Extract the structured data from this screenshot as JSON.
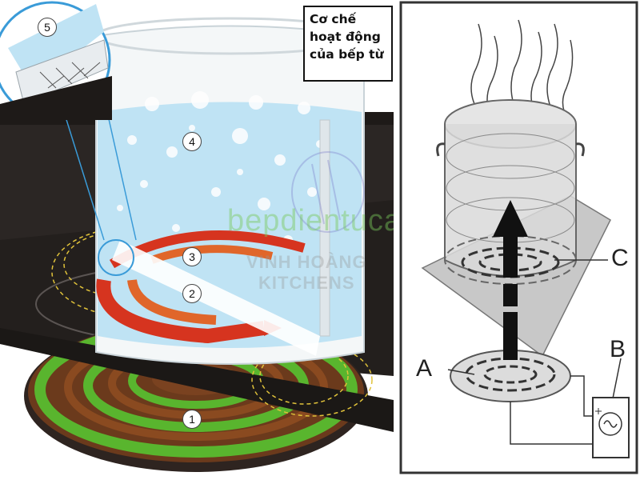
{
  "title": {
    "line1": "Cơ chế",
    "line2": "hoạt động",
    "line3": "của bếp từ"
  },
  "callouts": {
    "n1": "1",
    "n2": "2",
    "n3": "3",
    "n4": "4",
    "n5": "5"
  },
  "right_labels": {
    "a": "A",
    "b": "B",
    "c": "C"
  },
  "watermark": {
    "url": "bepdientucaocap.vn",
    "brand_line1": "VINH HOÀNG",
    "brand_line2": "KITCHENS"
  },
  "colors": {
    "cooktop": "#3a2a22",
    "coil_green": "#59b52e",
    "coil_copper": "#8a4a20",
    "heat_red": "#d6341f",
    "water": "#bfe3f4",
    "zoom_circle": "#3a9bd8",
    "field_lines": "#e0c23a"
  }
}
